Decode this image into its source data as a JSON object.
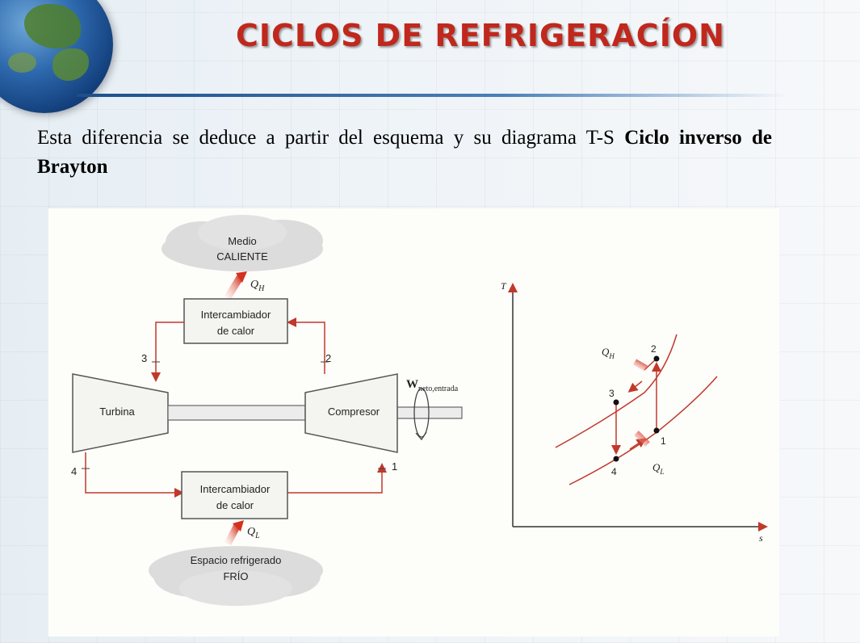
{
  "title": "CICLOS DE REFRIGERACÍON",
  "paragraph": {
    "text_part1": "Esta diferencia se deduce a partir del esquema  y su diagrama T-S ",
    "bold_part": "Ciclo inverso de Brayton"
  },
  "schematic": {
    "hot_medium_line1": "Medio",
    "hot_medium_line2": "CALIENTE",
    "cold_space_line1": "Espacio refrigerado",
    "cold_space_line2": "FRÍO",
    "qh_main": "Q",
    "qh_sub": "H",
    "ql_main": "Q",
    "ql_sub": "L",
    "hx_top_line1": "Intercambiador",
    "hx_top_line2": "de calor",
    "hx_bottom_line1": "Intercambiador",
    "hx_bottom_line2": "de calor",
    "turbine": "Turbina",
    "compressor": "Compresor",
    "work_main": "W",
    "work_sub": "neto,entrada",
    "state1": "1",
    "state2": "2",
    "state3": "3",
    "state4": "4"
  },
  "ts_diagram": {
    "y_axis": "T",
    "x_axis": "s",
    "qh_main": "Q",
    "qh_sub": "H",
    "ql_main": "Q",
    "ql_sub": "L",
    "state1": "1",
    "state2": "2",
    "state3": "3",
    "state4": "4"
  },
  "colors": {
    "title": "#c0281d",
    "flow_line": "#c0392b",
    "arrow": "#d4301f"
  }
}
